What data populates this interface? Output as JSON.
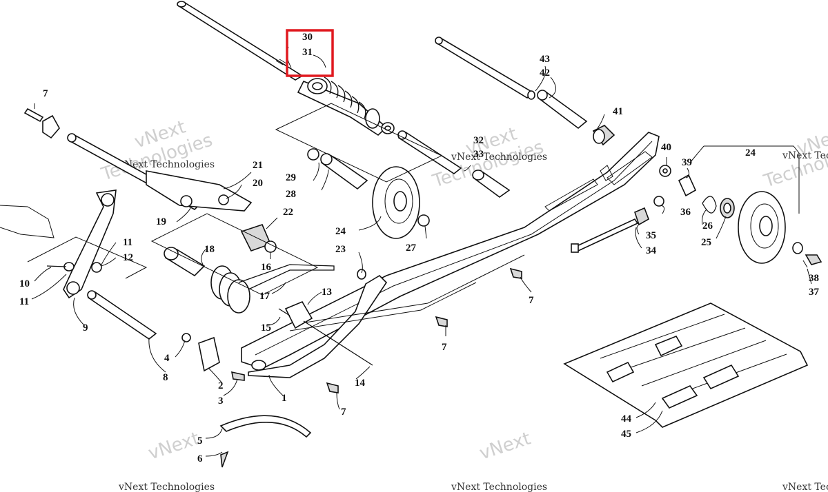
{
  "watermark": {
    "brand_large": "vNext",
    "brand_large_2": "Technologies",
    "brand_small": "vNext Technologies"
  },
  "highlight_color": "#e0191f",
  "callouts": [
    {
      "id": "c30",
      "label": "30"
    },
    {
      "id": "c31",
      "label": "31"
    },
    {
      "id": "c43",
      "label": "43"
    },
    {
      "id": "c42",
      "label": "42"
    },
    {
      "id": "c41",
      "label": "41"
    },
    {
      "id": "c7a",
      "label": "7"
    },
    {
      "id": "c32",
      "label": "32"
    },
    {
      "id": "c33",
      "label": "33"
    },
    {
      "id": "c40",
      "label": "40"
    },
    {
      "id": "c39",
      "label": "39"
    },
    {
      "id": "c24a",
      "label": "24"
    },
    {
      "id": "c21",
      "label": "21"
    },
    {
      "id": "c20",
      "label": "20"
    },
    {
      "id": "c29",
      "label": "29"
    },
    {
      "id": "c28",
      "label": "28"
    },
    {
      "id": "c22",
      "label": "22"
    },
    {
      "id": "c19",
      "label": "19"
    },
    {
      "id": "c24b",
      "label": "24"
    },
    {
      "id": "c27",
      "label": "27"
    },
    {
      "id": "c36",
      "label": "36"
    },
    {
      "id": "c26",
      "label": "26"
    },
    {
      "id": "c25",
      "label": "25"
    },
    {
      "id": "c35",
      "label": "35"
    },
    {
      "id": "c34",
      "label": "34"
    },
    {
      "id": "c11a",
      "label": "11"
    },
    {
      "id": "c12",
      "label": "12"
    },
    {
      "id": "c18",
      "label": "18"
    },
    {
      "id": "c16",
      "label": "16"
    },
    {
      "id": "c23",
      "label": "23"
    },
    {
      "id": "c10",
      "label": "10"
    },
    {
      "id": "c11b",
      "label": "11"
    },
    {
      "id": "c38",
      "label": "38"
    },
    {
      "id": "c37",
      "label": "37"
    },
    {
      "id": "c7b",
      "label": "7"
    },
    {
      "id": "c17",
      "label": "17"
    },
    {
      "id": "c13",
      "label": "13"
    },
    {
      "id": "c9",
      "label": "9"
    },
    {
      "id": "c15",
      "label": "15"
    },
    {
      "id": "c7c",
      "label": "7"
    },
    {
      "id": "c4",
      "label": "4"
    },
    {
      "id": "c8",
      "label": "8"
    },
    {
      "id": "c2",
      "label": "2"
    },
    {
      "id": "c14",
      "label": "14"
    },
    {
      "id": "c3",
      "label": "3"
    },
    {
      "id": "c1",
      "label": "1"
    },
    {
      "id": "c7d",
      "label": "7"
    },
    {
      "id": "c44",
      "label": "44"
    },
    {
      "id": "c45",
      "label": "45"
    },
    {
      "id": "c5",
      "label": "5"
    },
    {
      "id": "c6",
      "label": "6"
    }
  ]
}
